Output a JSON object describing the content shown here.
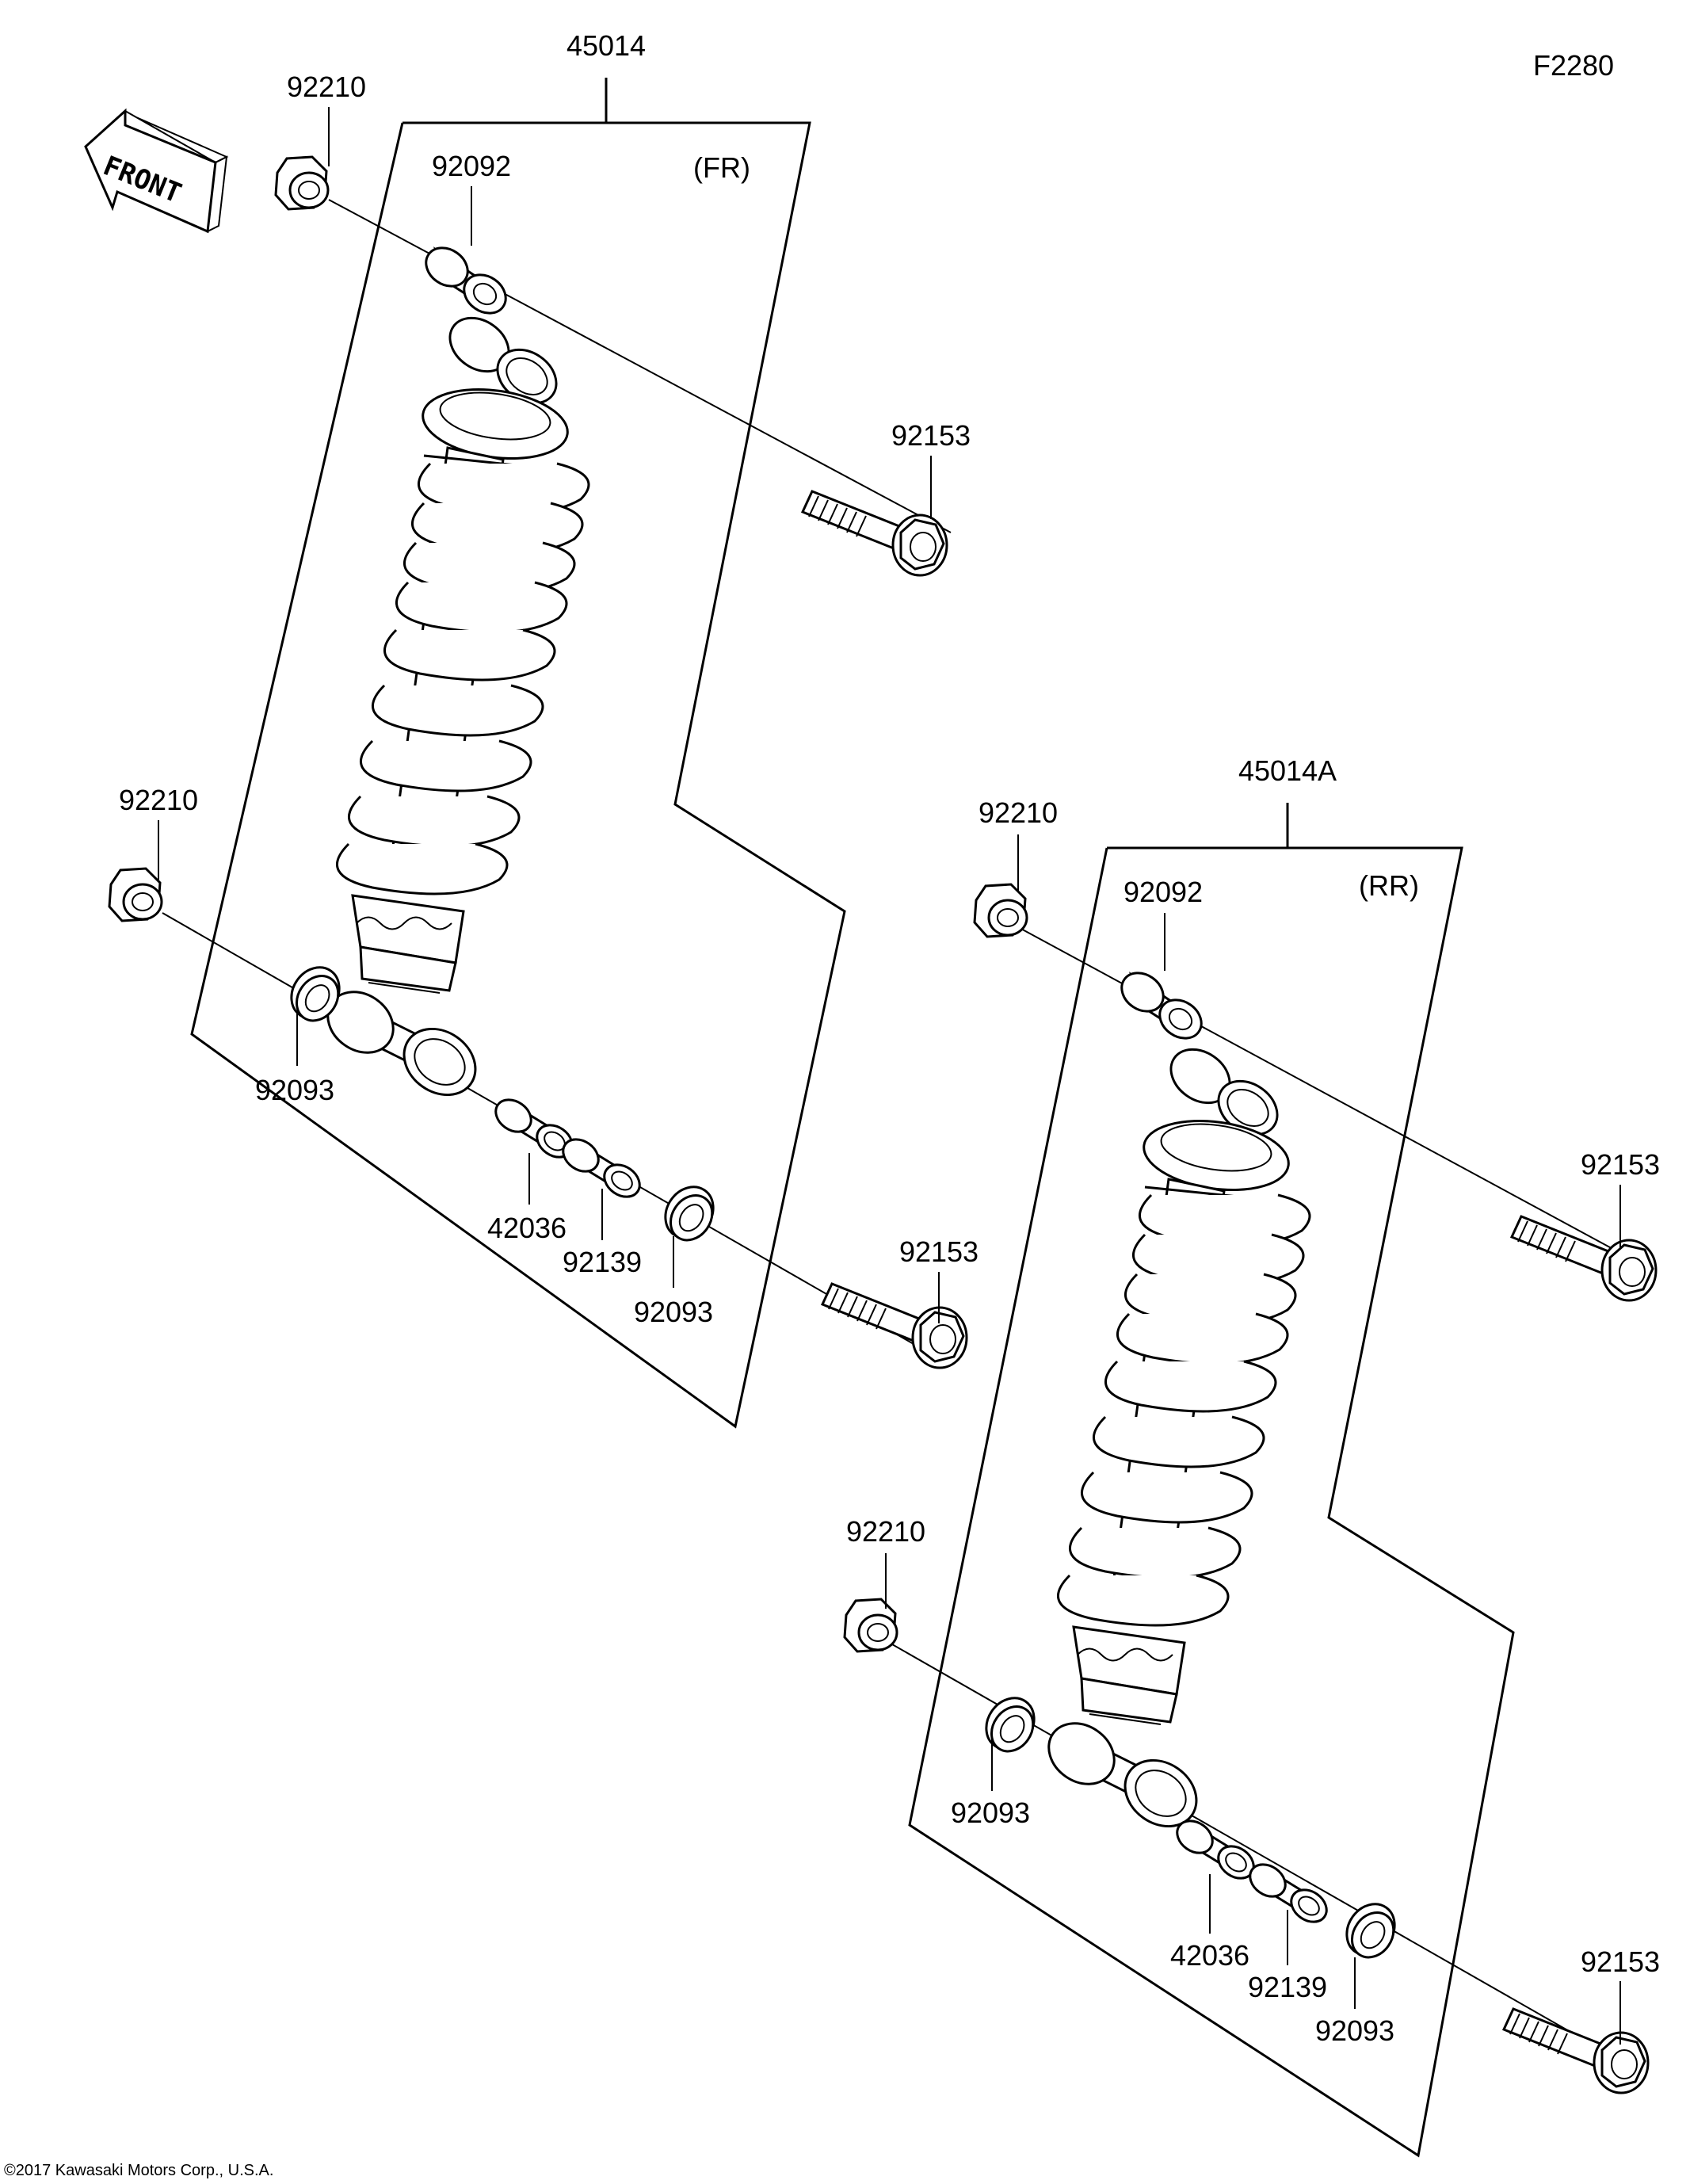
{
  "diagram_code": "F2280",
  "front_label": "FRONT",
  "copyright": "©2017 Kawasaki Motors Corp., U.S.A.",
  "assemblies": {
    "front": {
      "part_number": "45014",
      "position_label": "(FR)",
      "callouts": {
        "top_nut": "92210",
        "top_collar": "92092",
        "top_bolt": "92153",
        "bottom_nut": "92210",
        "bottom_seal_left": "92093",
        "bushing": "42036",
        "sleeve": "92139",
        "bottom_seal_right": "92093",
        "bottom_bolt": "92153"
      }
    },
    "rear": {
      "part_number": "45014A",
      "position_label": "(RR)",
      "callouts": {
        "top_nut": "92210",
        "top_collar": "92092",
        "top_bolt": "92153",
        "bottom_nut": "92210",
        "bottom_seal_left": "92093",
        "bushing": "42036",
        "sleeve": "92139",
        "bottom_seal_right": "92093",
        "bottom_bolt": "92153"
      }
    }
  }
}
